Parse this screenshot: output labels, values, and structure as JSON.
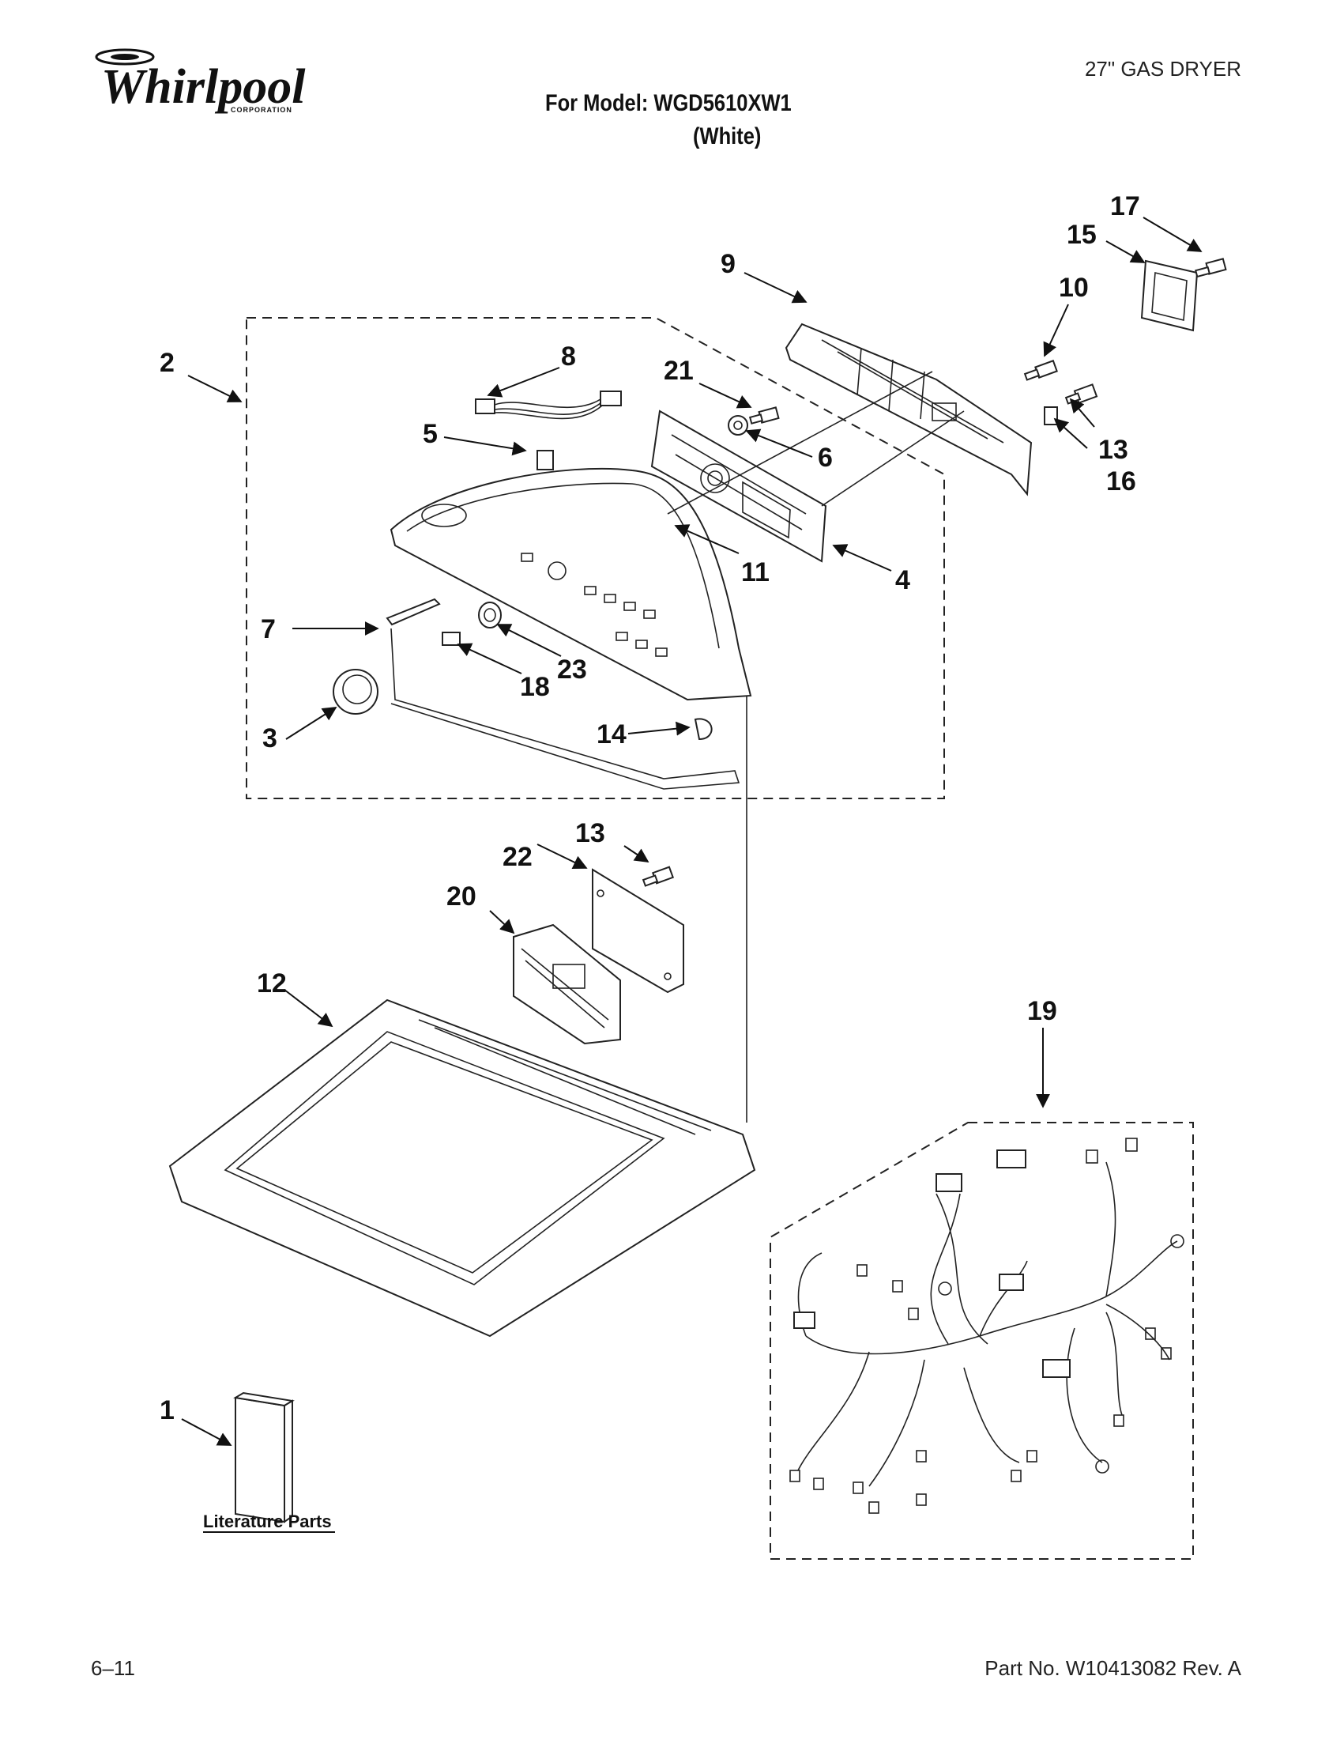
{
  "header": {
    "brand": "Whirlpool",
    "brand_sub": "CORPORATION",
    "product_type": "27\" GAS DRYER",
    "model_line1": "For Model: WGD5610XW1",
    "model_line2": "(White)"
  },
  "callouts": [
    "1",
    "2",
    "3",
    "4",
    "5",
    "6",
    "7",
    "8",
    "9",
    "10",
    "11",
    "12",
    "13",
    "13",
    "14",
    "15",
    "16",
    "17",
    "18",
    "19",
    "20",
    "21",
    "22",
    "23"
  ],
  "literature_label": "Literature Parts",
  "footer": {
    "date": "6–11",
    "part_number": "Part No. W10413082 Rev. A"
  }
}
